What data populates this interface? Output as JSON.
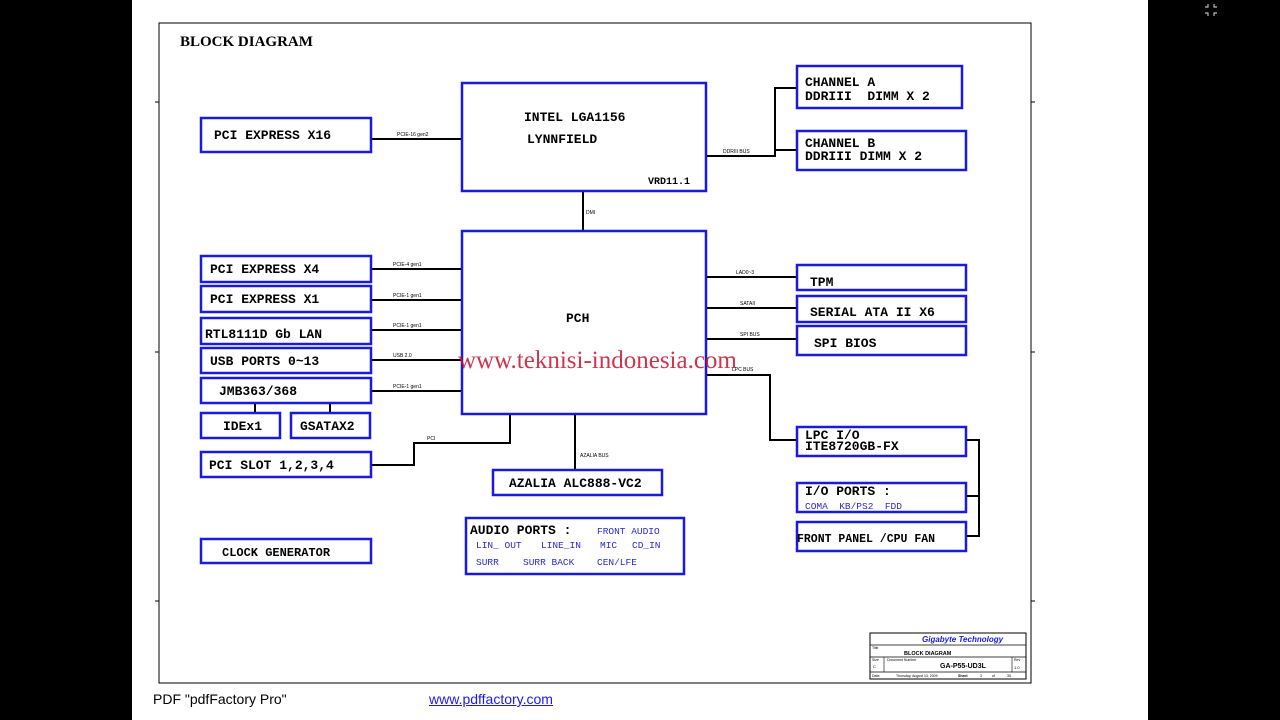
{
  "page_title": "BLOCK DIAGRAM",
  "watermark": "www.teknisi-indonesia.com",
  "blocks": {
    "cpu": {
      "line1": "INTEL LGA1156",
      "line2": "LYNNFIELD",
      "note": "VRD11.1"
    },
    "pch": {
      "label": "PCH"
    },
    "pcie_x16": "PCI EXPRESS X16",
    "channel_a": {
      "line1": "CHANNEL A",
      "line2": "DDRIII  DIMM X 2"
    },
    "channel_b": {
      "line1": "CHANNEL B",
      "line2": "DDRIII DIMM X 2"
    },
    "pcie_x4": "PCI EXPRESS X4",
    "pcie_x1": "PCI EXPRESS X1",
    "lan": "RTL8111D Gb LAN",
    "usb": "USB PORTS 0~13",
    "jmb": "JMB363/368",
    "ide": "IDEx1",
    "gsata": "GSATAX2",
    "pci_slot": "PCI SLOT 1,2,3,4",
    "azalia": "AZALIA ALC888-VC2",
    "audio_ports": {
      "title": "AUDIO PORTS :",
      "front": "FRONT AUDIO",
      "row2": [
        "LIN_ OUT",
        "LINE_IN",
        "MIC",
        "CD_IN"
      ],
      "row3": [
        "SURR",
        "SURR BACK",
        "CEN/LFE"
      ]
    },
    "clock": "CLOCK GENERATOR",
    "tpm": "TPM",
    "sata": "SERIAL ATA II X6",
    "spi": "SPI BIOS",
    "lpc_io": {
      "line1": "LPC I/O",
      "line2": "ITE8720GB-FX"
    },
    "io_ports": {
      "line1": "I/O PORTS :",
      "line2": "COMA  KB/PS2  FDD"
    },
    "front_panel": "FRONT PANEL /CPU FAN"
  },
  "buses": {
    "pcie16": "PCIE-16 gen2",
    "ddr": "DDRIII BUS",
    "dmi": "DMI",
    "pcie4": "PCIE-4 gen1",
    "pcie1_a": "PCIE-1 gen1",
    "pcie1_b": "PCIE-1 gen1",
    "usb": "USB 2.0",
    "pcie1_c": "PCIE-1 gen1",
    "pci": "PCI",
    "azalia": "AZALIA BUS",
    "lad": "LAD0~3",
    "sataii": "SATAII",
    "spi": "SPI BUS",
    "lpc": "LPC BUS"
  },
  "title_block": {
    "company": "Gigabyte Technology",
    "title_label": "Title",
    "title": "BLOCK DIAGRAM",
    "size_label": "Size",
    "size": "C",
    "docnum_label": "Document Number",
    "docnum": "GA-P55-UD3L",
    "rev_label": "Rev",
    "rev": "1.0",
    "date_label": "Date:",
    "date": "Thursday, August 13, 2009",
    "sheet_label": "Sheet",
    "sheet": "3",
    "of_label": "of",
    "sheets": "35"
  },
  "footer": {
    "left": "PDF  \"pdfFactory Pro\"",
    "link": "www.pdffactory.com"
  },
  "colors": {
    "box_border": "#1a1adc",
    "line": "#000000",
    "watermark": "#c8102e"
  }
}
